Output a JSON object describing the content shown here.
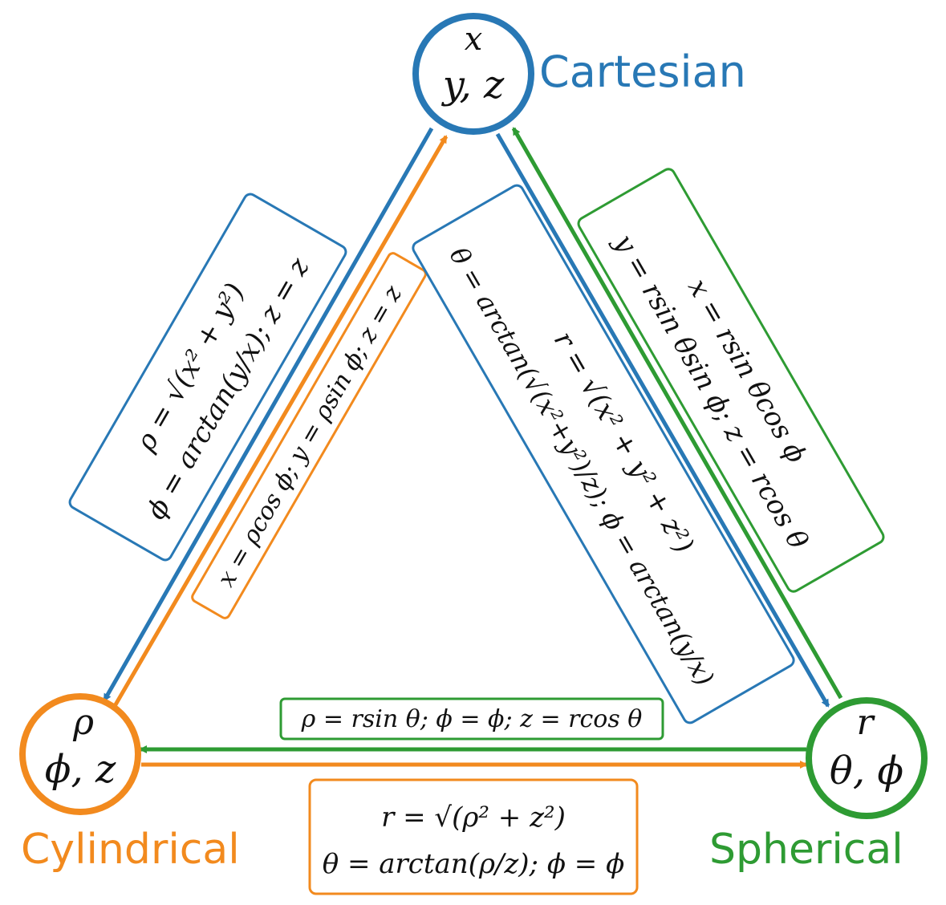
{
  "colors": {
    "cartesian": "#2878b5",
    "cylindrical": "#f28a1e",
    "spherical": "#2e9b33"
  },
  "nodes": {
    "cartesian": {
      "label": "Cartesian",
      "line1": "x",
      "line2": "y, z"
    },
    "cylindrical": {
      "label": "Cylindrical",
      "line1": "ρ",
      "line2": "ϕ, z"
    },
    "spherical": {
      "label": "Spherical",
      "line1": "r",
      "line2": "θ, ϕ"
    }
  },
  "formulas": {
    "cart_to_cyl": {
      "line1": "ρ = √(x² + y²)",
      "line2": "ϕ = arctan(y/x); z = z"
    },
    "cyl_to_cart": {
      "line1": "x = ρcos ϕ; y = ρsin ϕ; z = z"
    },
    "cart_to_sph": {
      "line1": "r = √(x² + y² + z²)",
      "line2": "θ = arctan(√(x²+y²)/z); ϕ = arctan(y/x)"
    },
    "sph_to_cart": {
      "line1": "x = rsin θcos ϕ",
      "line2": "y = rsin θsin ϕ; z = rcos θ"
    },
    "sph_to_cyl": {
      "line1": "ρ = rsin θ; ϕ = ϕ; z = rcos θ"
    },
    "cyl_to_sph": {
      "line1": "r = √(ρ² + z²)",
      "line2": "θ = arctan(ρ/z); ϕ = ϕ"
    }
  }
}
